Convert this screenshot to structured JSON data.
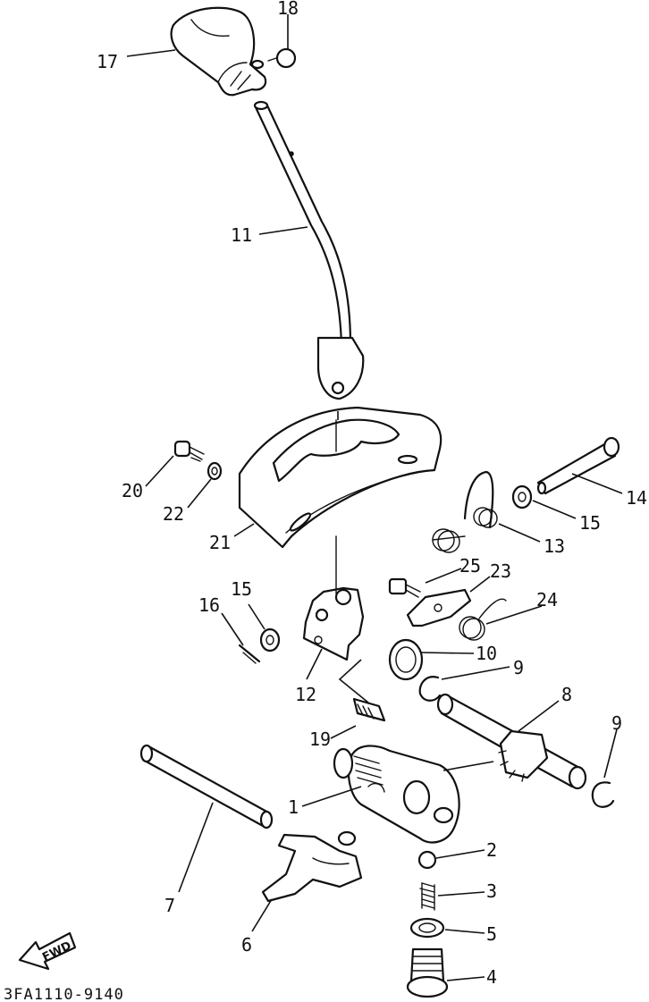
{
  "callouts": {
    "c17": "17",
    "c18": "18",
    "c11": "11",
    "c20": "20",
    "c22": "22",
    "c21": "21",
    "c14": "14",
    "c15a": "15",
    "c13": "13",
    "c25": "25",
    "c23": "23",
    "c24": "24",
    "c15b": "15",
    "c16": "16",
    "c10": "10",
    "c9a": "9",
    "c12": "12",
    "c8": "8",
    "c19": "19",
    "c9b": "9",
    "c1": "1",
    "c2": "2",
    "c3": "3",
    "c7": "7",
    "c5": "5",
    "c6": "6",
    "c4": "4"
  },
  "fwd_label": "FWD",
  "diagram_code": "3FA1110-9140"
}
